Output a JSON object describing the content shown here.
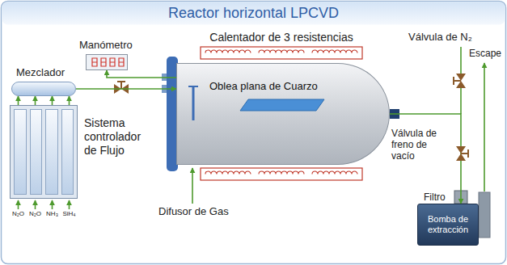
{
  "diagram": {
    "title": "Reactor horizontal LPCVD",
    "nodes": [
      {
        "text": [
          "Mezclador"
        ]
      },
      {
        "text": [
          "Sistema controlador de Flujo"
        ]
      },
      {
        "text": [
          "Manómetro"
        ]
      },
      {
        "text": [
          "Oblea plana de Cuarzo"
        ]
      },
      {
        "text": [
          "Bomba de extracción"
        ]
      }
    ],
    "edges": [
      {
        "from": 1,
        "to": 0,
        "arrow": "to"
      },
      {
        "from": 0,
        "to": 3,
        "arrow": "to"
      },
      {
        "from": 3,
        "to": 2,
        "arrow": "to"
      },
      {
        "from": 3,
        "to": 4,
        "arrow": "to"
      }
    ],
    "labels": [
      "Calentador de 3 resistencias",
      "Difusor de Gas",
      "Válvula de N₂",
      "Válvula de freno de vacío",
      "Filtro",
      "Escape",
      "N₂O",
      "N₂O",
      "NH₃",
      "SiH₄"
    ]
  }
}
